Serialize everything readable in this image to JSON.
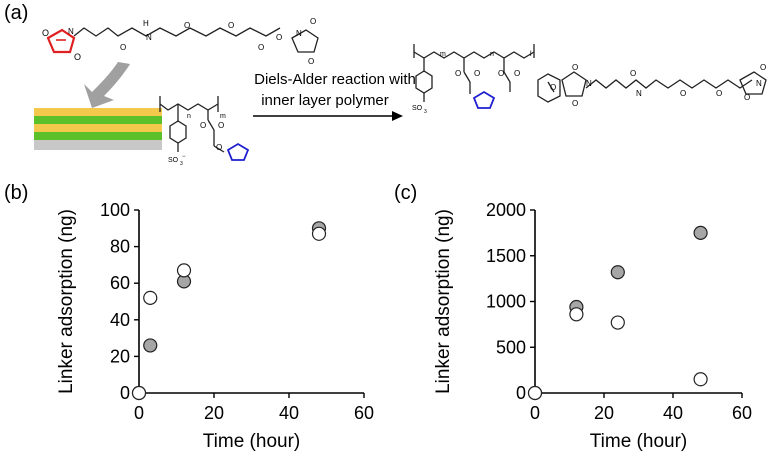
{
  "panels": {
    "a": "(a)",
    "b": "(b)",
    "c": "(c)"
  },
  "scheme": {
    "reaction_line1": "Diels-Alder reaction with",
    "reaction_line2": "inner layer polymer"
  },
  "colors": {
    "maleimide": "#e02020",
    "furan": "#1f1fd0",
    "filled_marker": "#a6a6a6",
    "open_marker": "#ffffff",
    "film_yellow": "#f2c94c",
    "film_green": "#5cc02a",
    "substrate": "#c8c8c8",
    "curved_arrow": "#a0a0a0"
  },
  "chart_data": [
    {
      "type": "scatter",
      "panel": "(b)",
      "xlabel": "Time (hour)",
      "ylabel": "Linker adsorption (ng)",
      "xlim": [
        0,
        60
      ],
      "ylim": [
        0,
        100
      ],
      "xticks": [
        0,
        20,
        40,
        60
      ],
      "yticks": [
        0,
        20,
        40,
        60,
        80,
        100
      ],
      "grid": false,
      "series": [
        {
          "marker": "filled",
          "points": [
            [
              0,
              0
            ],
            [
              3,
              26
            ],
            [
              12,
              61
            ],
            [
              48,
              90
            ]
          ]
        },
        {
          "marker": "open",
          "points": [
            [
              0,
              0
            ],
            [
              3,
              52
            ],
            [
              12,
              67
            ],
            [
              48,
              87
            ]
          ]
        }
      ]
    },
    {
      "type": "scatter",
      "panel": "(c)",
      "xlabel": "Time (hour)",
      "ylabel": "Linker adsorption (ng)",
      "xlim": [
        0,
        60
      ],
      "ylim": [
        0,
        2000
      ],
      "xticks": [
        0,
        20,
        40,
        60
      ],
      "yticks": [
        0,
        500,
        1000,
        1500,
        2000
      ],
      "grid": false,
      "series": [
        {
          "marker": "filled",
          "points": [
            [
              0,
              0
            ],
            [
              12,
              940
            ],
            [
              24,
              1320
            ],
            [
              48,
              1750
            ]
          ]
        },
        {
          "marker": "open",
          "points": [
            [
              0,
              0
            ],
            [
              12,
              860
            ],
            [
              24,
              770
            ],
            [
              48,
              150
            ]
          ]
        }
      ]
    }
  ]
}
